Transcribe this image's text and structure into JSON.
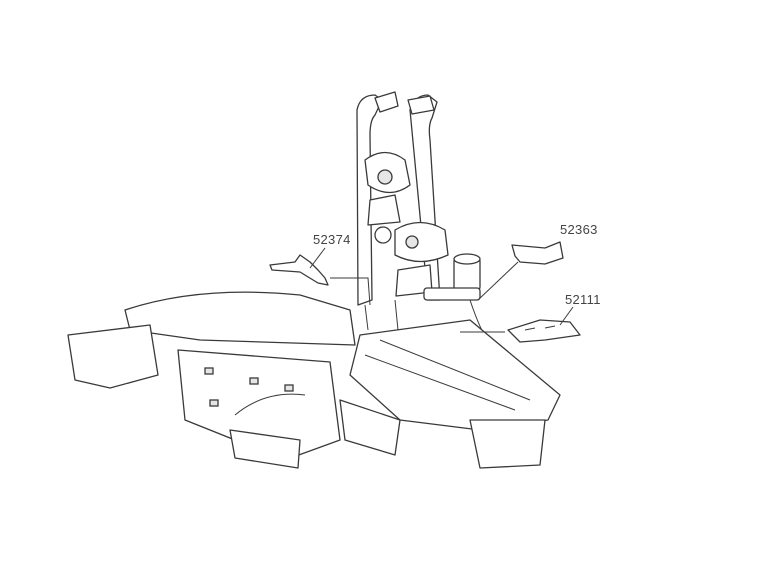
{
  "diagram": {
    "parts": [
      {
        "number": "52374"
      },
      {
        "number": "52363"
      },
      {
        "number": "52111"
      }
    ]
  }
}
